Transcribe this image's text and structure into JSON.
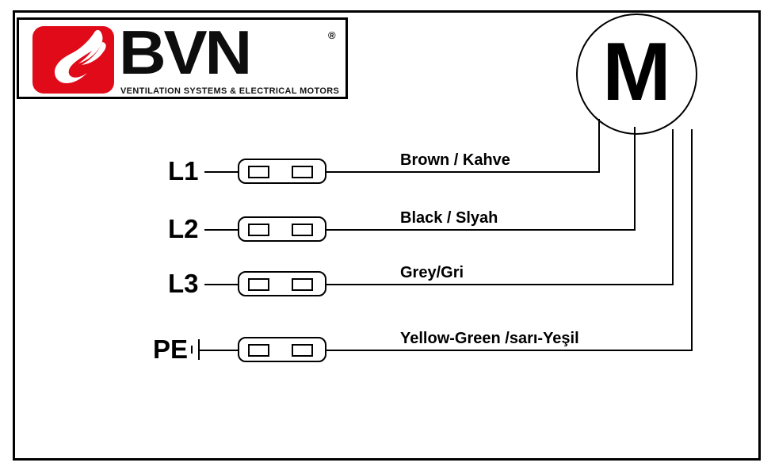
{
  "diagram": {
    "title": "BVN three-phase motor terminal wiring diagram",
    "frame_color": "#000000",
    "background_color": "#ffffff"
  },
  "logo": {
    "name": "BVN",
    "wordmark": "BVN",
    "registered_mark": "®",
    "tagline": "VENTILATION SYSTEMS & ELECTRICAL MOTORS",
    "mark_color": "#e10a19",
    "text_color": "#0d0d0d",
    "flame_color": "#ffffff"
  },
  "motor": {
    "symbol_letter": "M",
    "symbol_name": "motor-circle-symbol",
    "lead_count": 4
  },
  "rows": [
    {
      "id": "l1",
      "phase_label": "L1",
      "wire_label": "Brown / Kahve",
      "wire_color_name": "Brown",
      "wire_color_local": "Kahve",
      "has_earth_symbol": false
    },
    {
      "id": "l2",
      "phase_label": "L2",
      "wire_label": "Black / Slyah",
      "wire_color_name": "Black",
      "wire_color_local": "Slyah",
      "has_earth_symbol": false
    },
    {
      "id": "l3",
      "phase_label": "L3",
      "wire_label": "Grey/Gri",
      "wire_color_name": "Grey",
      "wire_color_local": "Gri",
      "has_earth_symbol": false
    },
    {
      "id": "pe",
      "phase_label": "PE",
      "wire_label": "Yellow-Green  /sarı-Yeşil",
      "wire_color_name": "Yellow-Green",
      "wire_color_local": "sarı-Yeşil",
      "has_earth_symbol": true
    }
  ]
}
